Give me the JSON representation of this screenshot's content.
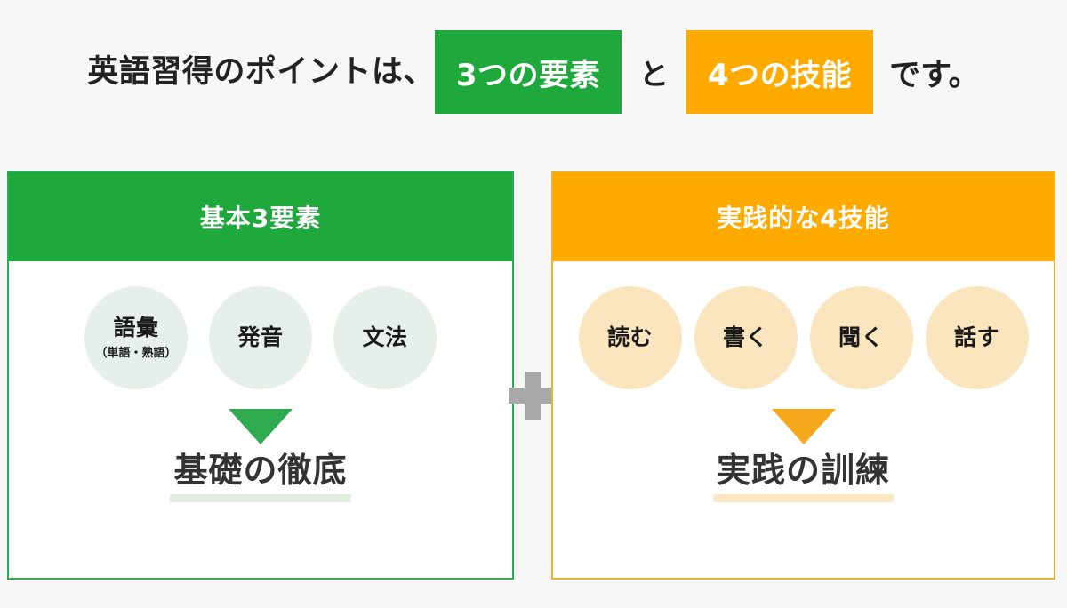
{
  "headline": {
    "lead": "英語習得のポイントは、",
    "chip_green": "3つの要素",
    "conjunction": "と",
    "chip_orange": "4つの技能",
    "tail": "です。"
  },
  "colors": {
    "green": "#1fa93c",
    "orange": "#ffaa00",
    "green_circle": "#e6efe9",
    "orange_circle": "#fbe5be",
    "green_border": "#2faa57",
    "orange_border": "#e8b23c",
    "green_underline": "#dfeede",
    "orange_underline": "#fde8c4",
    "plus": "#a8a8a8",
    "background": "#f7f7f7",
    "text": "#222222"
  },
  "panels": [
    {
      "id": "basics",
      "title": "基本3要素",
      "items": [
        {
          "label": "語彙",
          "sub": "（単語・熟語）"
        },
        {
          "label": "発音",
          "sub": ""
        },
        {
          "label": "文法",
          "sub": ""
        }
      ],
      "arrow": "down-triangle",
      "outcome": "基礎の徹底"
    },
    {
      "id": "practical",
      "title": "実践的な4技能",
      "items": [
        {
          "label": "読む",
          "sub": ""
        },
        {
          "label": "書く",
          "sub": ""
        },
        {
          "label": "聞く",
          "sub": ""
        },
        {
          "label": "話す",
          "sub": ""
        }
      ],
      "arrow": "down-triangle",
      "outcome": "実践の訓練"
    }
  ],
  "connector": {
    "symbol": "+",
    "name": "plus-sign"
  }
}
